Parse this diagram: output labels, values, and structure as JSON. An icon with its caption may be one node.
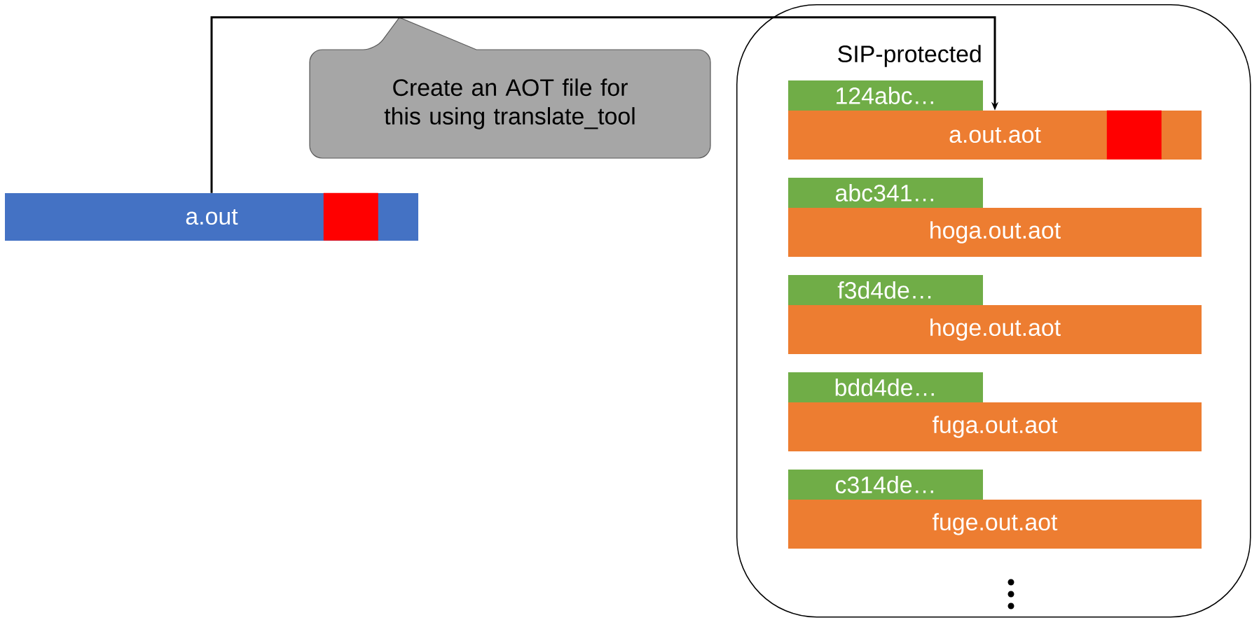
{
  "diagram": {
    "nodes": [
      {
        "text": [
          "a.out"
        ]
      },
      {
        "text": [],
        "shape": "box",
        "in": 0
      },
      {
        "text": [
          "Create an AOT file for this using translate_tool"
        ]
      },
      {
        "text": [
          "SIP-protected"
        ]
      },
      {
        "text": [
          "124abc…"
        ],
        "in": 3
      },
      {
        "text": [
          "a.out.aot"
        ],
        "in": 3
      },
      {
        "text": [],
        "shape": "box",
        "in": 5
      },
      {
        "text": [
          "abc341…"
        ],
        "in": 3
      },
      {
        "text": [
          "hoga.out.aot"
        ],
        "in": 3
      },
      {
        "text": [
          "f3d4de…"
        ],
        "in": 3
      },
      {
        "text": [
          "hoge.out.aot"
        ],
        "in": 3
      },
      {
        "text": [
          "bdd4de…"
        ],
        "in": 3
      },
      {
        "text": [
          "fuga.out.aot"
        ],
        "in": 3
      },
      {
        "text": [
          "c314de…"
        ],
        "in": 3
      },
      {
        "text": [
          "fuge.out.aot"
        ],
        "in": 3
      }
    ],
    "edges": [
      {
        "from": 0,
        "to": 5,
        "arrow": "to"
      }
    ]
  }
}
